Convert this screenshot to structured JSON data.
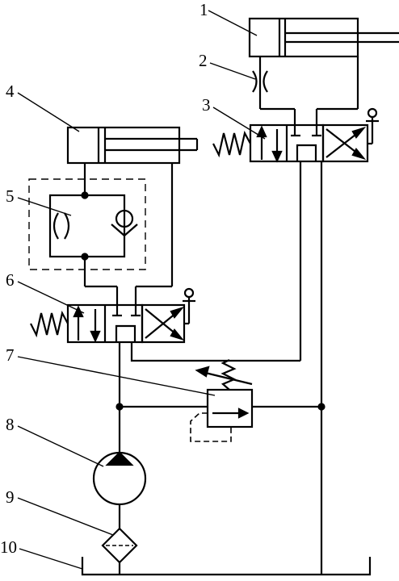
{
  "labels": {
    "n1": "1",
    "n2": "2",
    "n3": "3",
    "n4": "4",
    "n5": "5",
    "n6": "6",
    "n7": "7",
    "n8": "8",
    "n9": "9",
    "n10": "10"
  },
  "components": [
    {
      "label": "1",
      "symbol": "hydraulic-cylinder"
    },
    {
      "label": "2",
      "symbol": "throttle-orifice"
    },
    {
      "label": "3",
      "symbol": "two-position-four-way-directional-valve"
    },
    {
      "label": "4",
      "symbol": "hydraulic-cylinder"
    },
    {
      "label": "5",
      "symbol": "throttle-check-valve"
    },
    {
      "label": "6",
      "symbol": "two-position-four-way-directional-valve"
    },
    {
      "label": "7",
      "symbol": "relief-valve"
    },
    {
      "label": "8",
      "symbol": "hydraulic-pump"
    },
    {
      "label": "9",
      "symbol": "filter"
    },
    {
      "label": "10",
      "symbol": "oil-tank"
    }
  ],
  "colors": {
    "line": "#000000",
    "background": "#ffffff"
  }
}
